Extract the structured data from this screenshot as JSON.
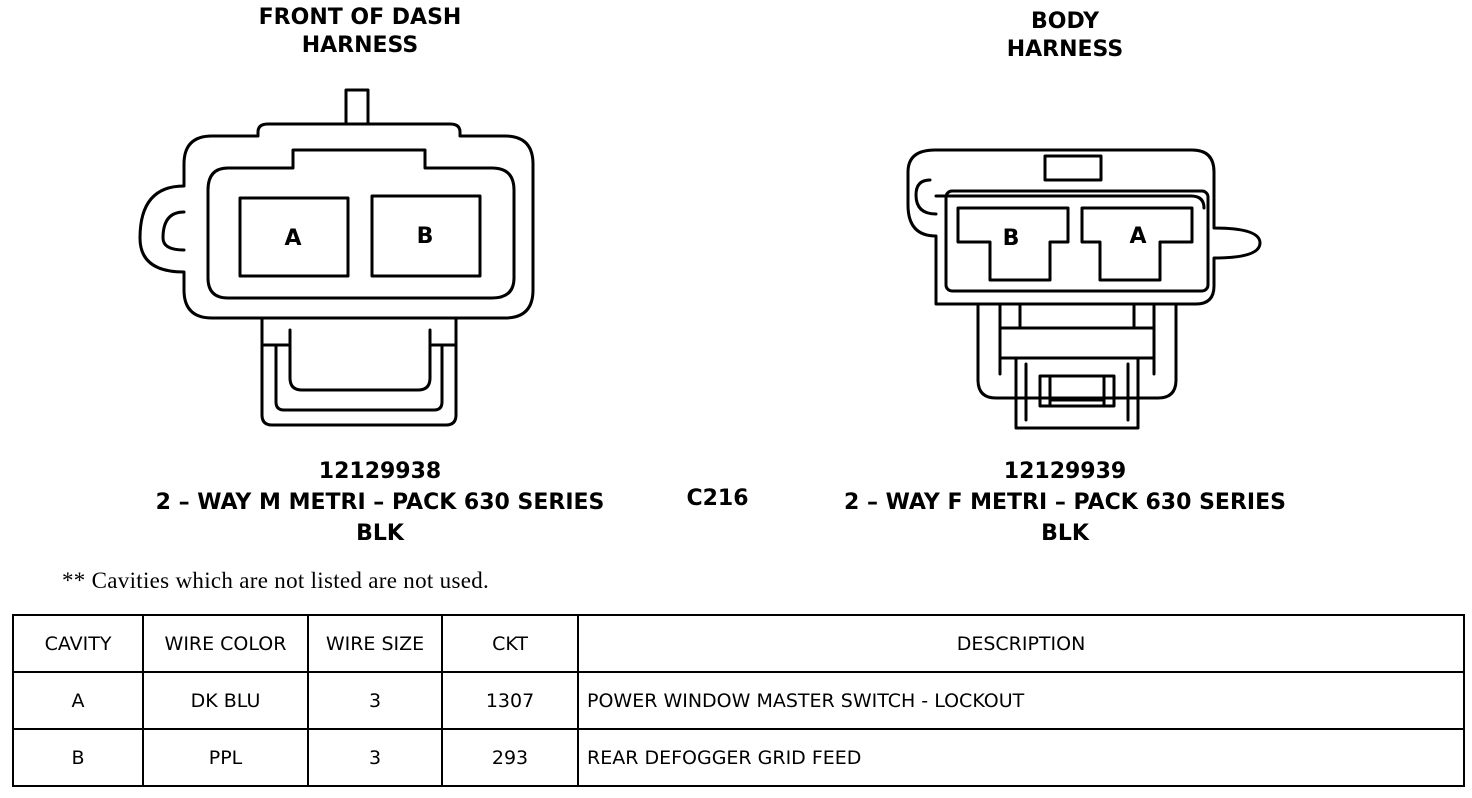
{
  "left_connector": {
    "title_line1": "FRONT OF DASH",
    "title_line2": "HARNESS",
    "cavity_a": "A",
    "cavity_b": "B",
    "part_number": "12129938",
    "series": "2 – WAY M METRI – PACK 630 SERIES",
    "color": "BLK"
  },
  "right_connector": {
    "title_line1": "BODY",
    "title_line2": "HARNESS",
    "cavity_a": "A",
    "cavity_b": "B",
    "part_number": "12129939",
    "series": "2 – WAY F METRI – PACK 630 SERIES",
    "color": "BLK"
  },
  "connector_id": "C216",
  "note": "** Cavities which are not listed are not used.",
  "table": {
    "headers": {
      "cavity": "CAVITY",
      "wire_color": "WIRE COLOR",
      "wire_size": "WIRE SIZE",
      "ckt": "CKT",
      "description": "DESCRIPTION"
    },
    "rows": [
      {
        "cavity": "A",
        "wire_color": "DK BLU",
        "wire_size": "3",
        "ckt": "1307",
        "description": "POWER WINDOW MASTER SWITCH - LOCKOUT"
      },
      {
        "cavity": "B",
        "wire_color": "PPL",
        "wire_size": "3",
        "ckt": "293",
        "description": "REAR DEFOGGER GRID FEED"
      }
    ]
  }
}
